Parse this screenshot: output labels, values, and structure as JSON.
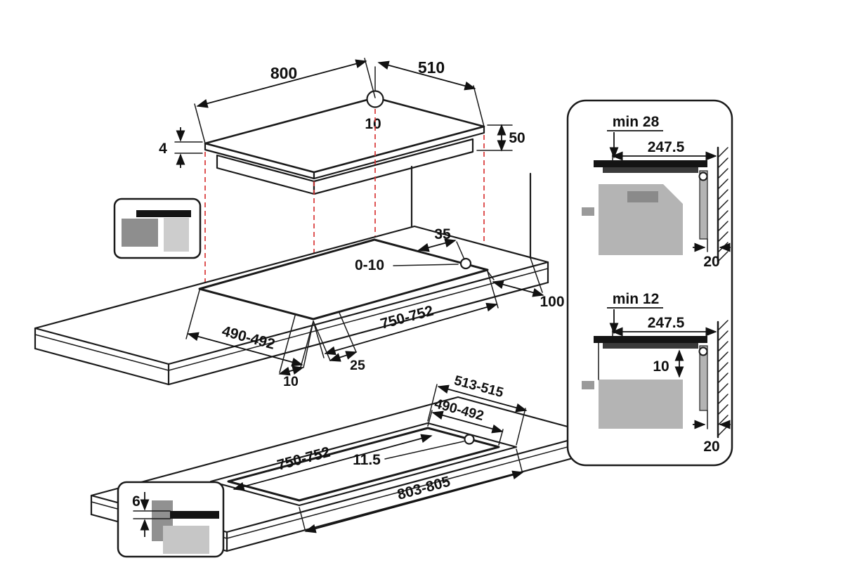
{
  "hob_top": {
    "width": "800",
    "depth": "510",
    "hole": "10",
    "glass_thickness": "4",
    "body_height": "50"
  },
  "worktop_cutout": {
    "back_gap": "35",
    "hole_play": "0-10",
    "depth": "490-492",
    "width": "750-752",
    "side_clearance": "100",
    "front_inset": "25",
    "corner_radius": "10"
  },
  "flush_cutout": {
    "outer_depth": "513-515",
    "inner_depth": "490-492",
    "inner_width": "750-752",
    "ledge": "11.5",
    "outer_width": "803-805"
  },
  "edge_detail": {
    "glass_height": "6"
  },
  "section_standard": {
    "clearance": "min 28",
    "wall_distance": "247.5",
    "side_gap": "20"
  },
  "section_flush": {
    "clearance": "min 12",
    "wall_distance": "247.5",
    "recess_depth": "10",
    "side_gap": "20"
  },
  "colors": {
    "line": "#1a1a1a",
    "projection": "#d93636",
    "cabinet_gray": "#b4b4b4"
  }
}
